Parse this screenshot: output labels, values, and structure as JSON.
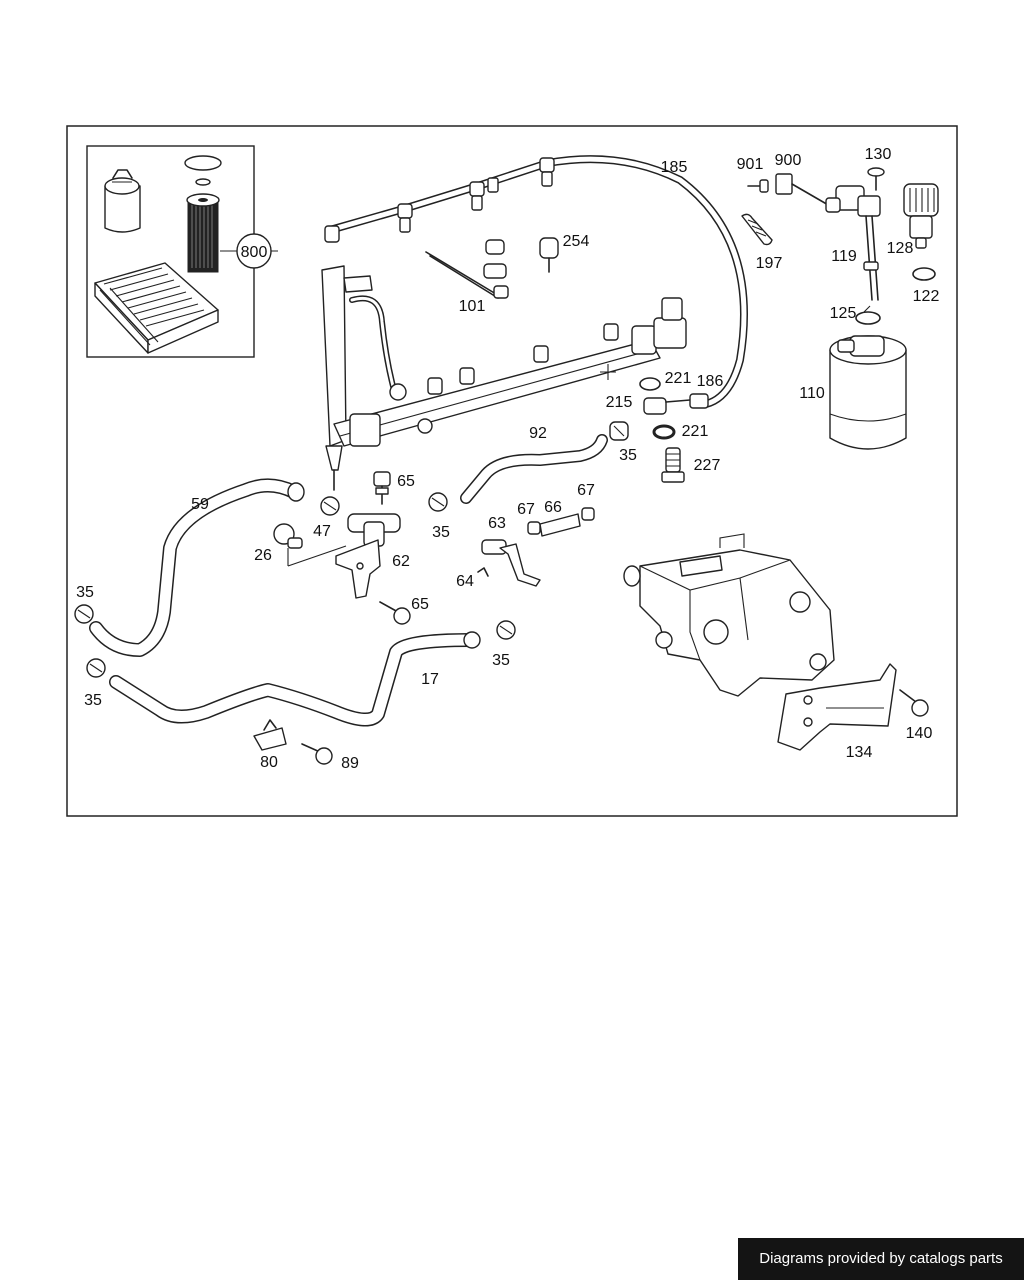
{
  "footer_text": "Diagrams provided by catalogs parts",
  "colors": {
    "line": "#222222",
    "footer_bg": "#141414",
    "footer_text": "#ffffff"
  },
  "labels": {
    "p800": "800",
    "p185": "185",
    "p901": "901",
    "p900": "900",
    "p130": "130",
    "p254": "254",
    "p197": "197",
    "p119": "119",
    "p128": "128",
    "p122": "122",
    "p101": "101",
    "p125": "125",
    "p221a": "221",
    "p186": "186",
    "p110": "110",
    "p215": "215",
    "p221b": "221",
    "p92": "92",
    "p35a": "35",
    "p227": "227",
    "p65a": "65",
    "p59": "59",
    "p47": "47",
    "p35b": "35",
    "p67a": "67",
    "p66": "66",
    "p67b": "67",
    "p63": "63",
    "p26": "26",
    "p62": "62",
    "p64": "64",
    "p35c": "35",
    "p65b": "65",
    "p35d": "35",
    "p17": "17",
    "p35e": "35",
    "p140": "140",
    "p80": "80",
    "p89": "89",
    "p134": "134"
  }
}
